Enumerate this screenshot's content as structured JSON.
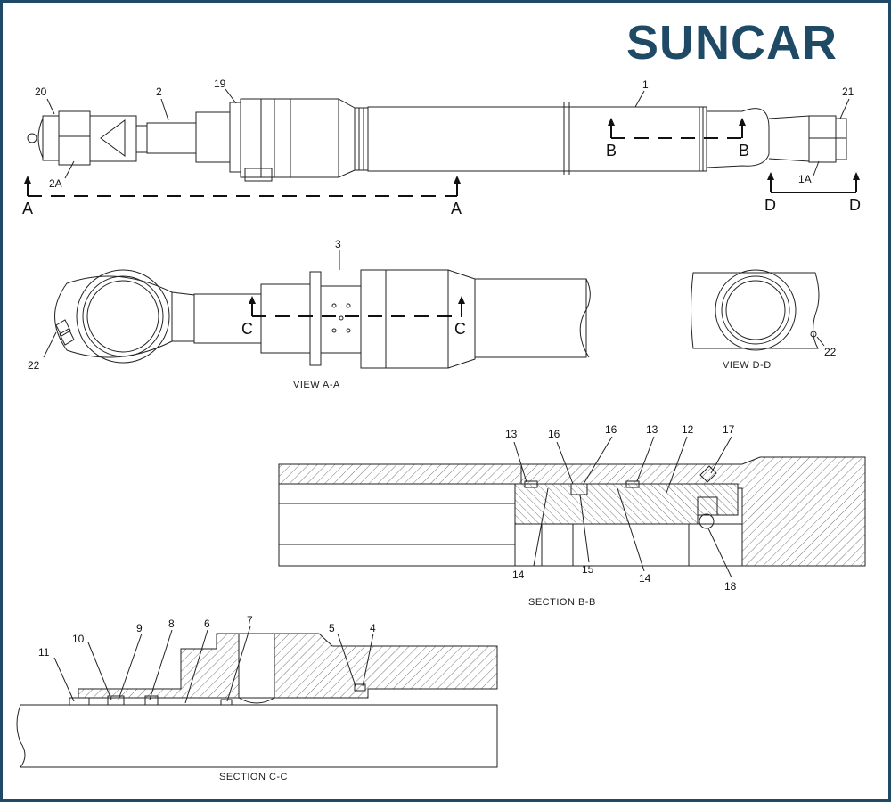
{
  "brand": {
    "logo_left": "SUN",
    "logo_c": "C",
    "logo_right": "AR",
    "color": "#1f4a66"
  },
  "main_view": {
    "part_labels": [
      "20",
      "2",
      "19",
      "1",
      "21",
      "2A",
      "1A"
    ],
    "section_markers": [
      "A",
      "A",
      "B",
      "B",
      "D",
      "D"
    ]
  },
  "view_aa": {
    "title": "VIEW A-A",
    "part_labels": [
      "3",
      "22"
    ],
    "section_markers": [
      "C",
      "C"
    ]
  },
  "view_dd": {
    "title": "VIEW D-D",
    "part_labels": [
      "22"
    ]
  },
  "section_bb": {
    "title": "SECTION B-B",
    "part_labels": [
      "13",
      "16",
      "16",
      "13",
      "12",
      "17",
      "14",
      "15",
      "14",
      "18"
    ]
  },
  "section_cc": {
    "title": "SECTION C-C",
    "part_labels": [
      "11",
      "10",
      "9",
      "8",
      "6",
      "7",
      "5",
      "4"
    ]
  }
}
